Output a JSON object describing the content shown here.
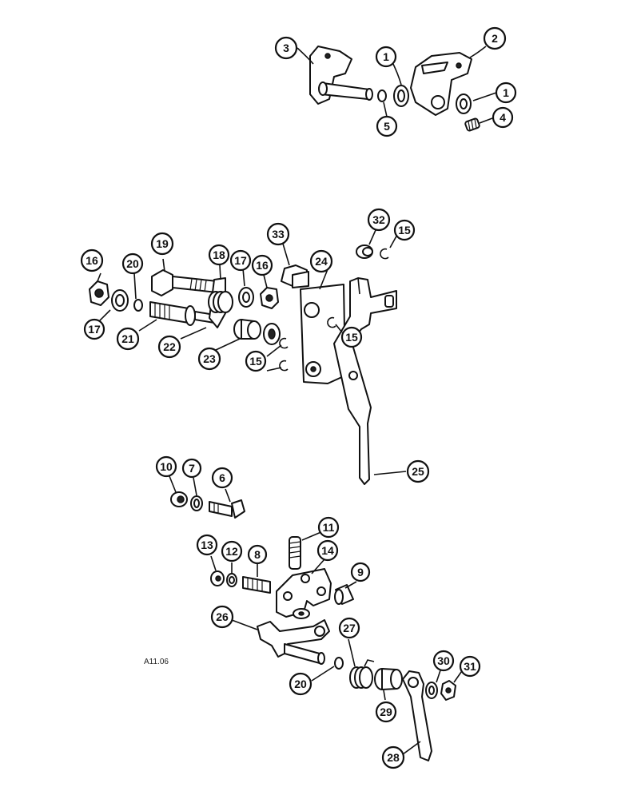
{
  "figure_code": "A11.06",
  "callouts": [
    {
      "id": "c3",
      "label": "3"
    },
    {
      "id": "c2",
      "label": "2"
    },
    {
      "id": "c1a",
      "label": "1"
    },
    {
      "id": "c1b",
      "label": "1"
    },
    {
      "id": "c5",
      "label": "5"
    },
    {
      "id": "c4",
      "label": "4"
    },
    {
      "id": "c32",
      "label": "32"
    },
    {
      "id": "c15a",
      "label": "15"
    },
    {
      "id": "c33",
      "label": "33"
    },
    {
      "id": "c24",
      "label": "24"
    },
    {
      "id": "c16a",
      "label": "16"
    },
    {
      "id": "c20a",
      "label": "20"
    },
    {
      "id": "c19",
      "label": "19"
    },
    {
      "id": "c18",
      "label": "18"
    },
    {
      "id": "c17a",
      "label": "17"
    },
    {
      "id": "c16b",
      "label": "16"
    },
    {
      "id": "c17b",
      "label": "17"
    },
    {
      "id": "c21",
      "label": "21"
    },
    {
      "id": "c22",
      "label": "22"
    },
    {
      "id": "c23",
      "label": "23"
    },
    {
      "id": "c15b",
      "label": "15"
    },
    {
      "id": "c15c",
      "label": "15"
    },
    {
      "id": "c25",
      "label": "25"
    },
    {
      "id": "c10",
      "label": "10"
    },
    {
      "id": "c7",
      "label": "7"
    },
    {
      "id": "c6",
      "label": "6"
    },
    {
      "id": "c11",
      "label": "11"
    },
    {
      "id": "c13",
      "label": "13"
    },
    {
      "id": "c12",
      "label": "12"
    },
    {
      "id": "c8",
      "label": "8"
    },
    {
      "id": "c14",
      "label": "14"
    },
    {
      "id": "c9",
      "label": "9"
    },
    {
      "id": "c26",
      "label": "26"
    },
    {
      "id": "c27",
      "label": "27"
    },
    {
      "id": "c30",
      "label": "30"
    },
    {
      "id": "c31",
      "label": "31"
    },
    {
      "id": "c20b",
      "label": "20"
    },
    {
      "id": "c29",
      "label": "29"
    },
    {
      "id": "c28",
      "label": "28"
    }
  ]
}
